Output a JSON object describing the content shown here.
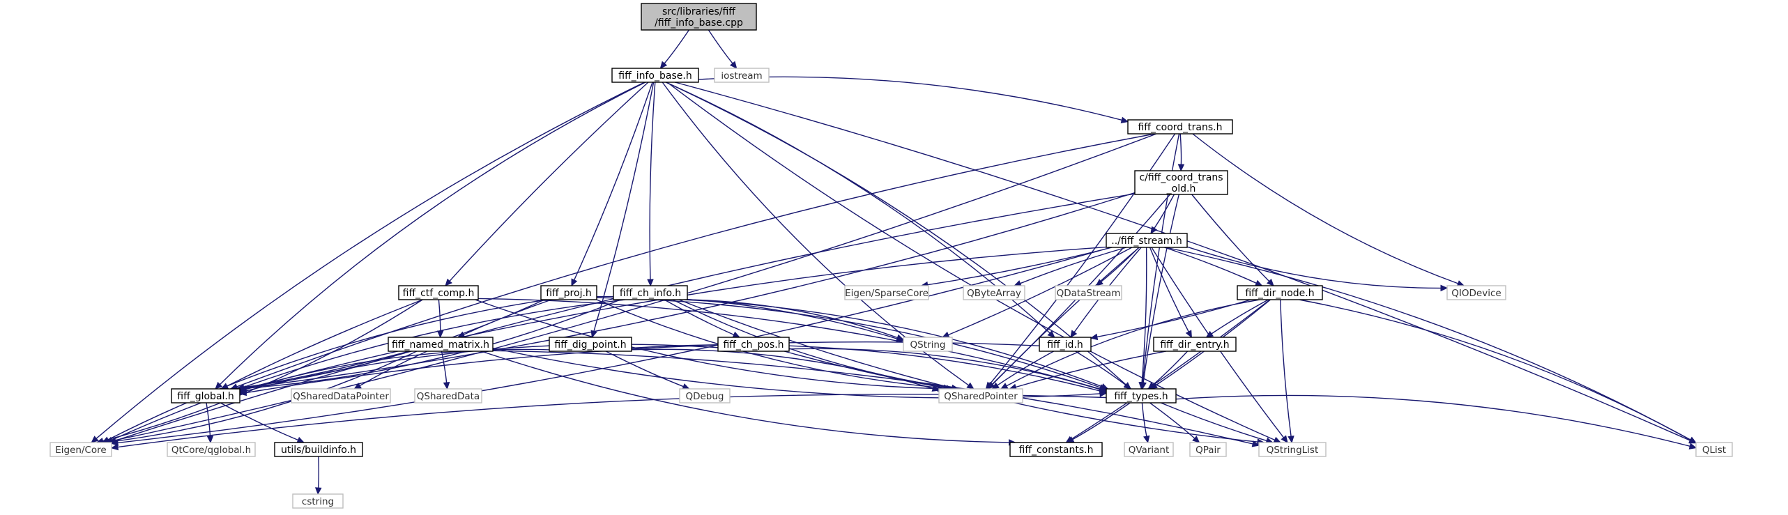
{
  "colors": {
    "edge": "#191970",
    "root_fill": "#bfbfbf",
    "root_border": "#000000",
    "header_border": "#000000",
    "external_border": "#bfbfbf",
    "text": "#000000"
  },
  "nodes": [
    {
      "id": "root",
      "kind": "root",
      "lines": [
        "src/libraries/fiff",
        "/fiff_info_base.cpp"
      ]
    },
    {
      "id": "iostream",
      "kind": "external",
      "lines": [
        "iostream"
      ]
    },
    {
      "id": "info_base_h",
      "kind": "header",
      "lines": [
        "fiff_info_base.h"
      ]
    },
    {
      "id": "coord_trans_h",
      "kind": "header",
      "lines": [
        "fiff_coord_trans.h"
      ]
    },
    {
      "id": "coord_trans_old_h",
      "kind": "header",
      "lines": [
        "c/fiff_coord_trans",
        "_old.h"
      ]
    },
    {
      "id": "fiff_stream_h",
      "kind": "header",
      "lines": [
        "../fiff_stream.h"
      ]
    },
    {
      "id": "ctf_comp_h",
      "kind": "header",
      "lines": [
        "fiff_ctf_comp.h"
      ]
    },
    {
      "id": "proj_h",
      "kind": "header",
      "lines": [
        "fiff_proj.h"
      ]
    },
    {
      "id": "ch_info_h",
      "kind": "header",
      "lines": [
        "fiff_ch_info.h"
      ]
    },
    {
      "id": "eigen_sparse",
      "kind": "external",
      "lines": [
        "Eigen/SparseCore"
      ]
    },
    {
      "id": "qbytearray",
      "kind": "external",
      "lines": [
        "QByteArray"
      ]
    },
    {
      "id": "qdatastream",
      "kind": "external",
      "lines": [
        "QDataStream"
      ]
    },
    {
      "id": "dir_node_h",
      "kind": "header",
      "lines": [
        "fiff_dir_node.h"
      ]
    },
    {
      "id": "qiodevice",
      "kind": "external",
      "lines": [
        "QIODevice"
      ]
    },
    {
      "id": "qstring",
      "kind": "external",
      "lines": [
        "QString"
      ]
    },
    {
      "id": "named_matrix_h",
      "kind": "header",
      "lines": [
        "fiff_named_matrix.h"
      ]
    },
    {
      "id": "dig_point_h",
      "kind": "header",
      "lines": [
        "fiff_dig_point.h"
      ]
    },
    {
      "id": "ch_pos_h",
      "kind": "header",
      "lines": [
        "fiff_ch_pos.h"
      ]
    },
    {
      "id": "id_h",
      "kind": "header",
      "lines": [
        "fiff_id.h"
      ]
    },
    {
      "id": "dir_entry_h",
      "kind": "header",
      "lines": [
        "fiff_dir_entry.h"
      ]
    },
    {
      "id": "global_h",
      "kind": "header",
      "lines": [
        "fiff_global.h"
      ]
    },
    {
      "id": "qshareddatapointer",
      "kind": "external",
      "lines": [
        "QSharedDataPointer"
      ]
    },
    {
      "id": "qshareddata",
      "kind": "external",
      "lines": [
        "QSharedData"
      ]
    },
    {
      "id": "qdebug",
      "kind": "external",
      "lines": [
        "QDebug"
      ]
    },
    {
      "id": "qsharedpointer",
      "kind": "external",
      "lines": [
        "QSharedPointer"
      ]
    },
    {
      "id": "types_h",
      "kind": "header",
      "lines": [
        "fiff_types.h"
      ]
    },
    {
      "id": "eigen_core",
      "kind": "external",
      "lines": [
        "Eigen/Core"
      ]
    },
    {
      "id": "qtcore_qglobal",
      "kind": "external",
      "lines": [
        "QtCore/qglobal.h"
      ]
    },
    {
      "id": "buildinfo_h",
      "kind": "header",
      "lines": [
        "utils/buildinfo.h"
      ]
    },
    {
      "id": "constants_h",
      "kind": "header",
      "lines": [
        "fiff_constants.h"
      ]
    },
    {
      "id": "qvariant",
      "kind": "external",
      "lines": [
        "QVariant"
      ]
    },
    {
      "id": "qpair",
      "kind": "external",
      "lines": [
        "QPair"
      ]
    },
    {
      "id": "qstringlist",
      "kind": "external",
      "lines": [
        "QStringList"
      ]
    },
    {
      "id": "qlist",
      "kind": "external",
      "lines": [
        "QList"
      ]
    },
    {
      "id": "cstring",
      "kind": "external",
      "lines": [
        "cstring"
      ]
    }
  ],
  "edges": [
    [
      "root",
      "info_base_h"
    ],
    [
      "root",
      "iostream"
    ],
    [
      "info_base_h",
      "coord_trans_h"
    ],
    [
      "info_base_h",
      "ctf_comp_h"
    ],
    [
      "info_base_h",
      "proj_h"
    ],
    [
      "info_base_h",
      "ch_info_h"
    ],
    [
      "info_base_h",
      "dig_point_h"
    ],
    [
      "info_base_h",
      "global_h"
    ],
    [
      "info_base_h",
      "id_h"
    ],
    [
      "info_base_h",
      "qsharedpointer"
    ],
    [
      "info_base_h",
      "types_h"
    ],
    [
      "info_base_h",
      "qstringlist"
    ],
    [
      "info_base_h",
      "qlist"
    ],
    [
      "info_base_h",
      "eigen_core"
    ],
    [
      "coord_trans_h",
      "coord_trans_old_h"
    ],
    [
      "coord_trans_h",
      "global_h"
    ],
    [
      "coord_trans_h",
      "eigen_core"
    ],
    [
      "coord_trans_h",
      "qiodevice"
    ],
    [
      "coord_trans_h",
      "qsharedpointer"
    ],
    [
      "coord_trans_h",
      "types_h"
    ],
    [
      "coord_trans_old_h",
      "fiff_stream_h"
    ],
    [
      "coord_trans_old_h",
      "dir_node_h"
    ],
    [
      "coord_trans_old_h",
      "global_h"
    ],
    [
      "coord_trans_old_h",
      "eigen_core"
    ],
    [
      "coord_trans_old_h",
      "qsharedpointer"
    ],
    [
      "coord_trans_old_h",
      "types_h"
    ],
    [
      "fiff_stream_h",
      "eigen_sparse"
    ],
    [
      "fiff_stream_h",
      "qbytearray"
    ],
    [
      "fiff_stream_h",
      "qdatastream"
    ],
    [
      "fiff_stream_h",
      "qiodevice"
    ],
    [
      "fiff_stream_h",
      "dir_node_h"
    ],
    [
      "fiff_stream_h",
      "dir_entry_h"
    ],
    [
      "fiff_stream_h",
      "qstring"
    ],
    [
      "fiff_stream_h",
      "qsharedpointer"
    ],
    [
      "fiff_stream_h",
      "types_h"
    ],
    [
      "fiff_stream_h",
      "qstringlist"
    ],
    [
      "fiff_stream_h",
      "qlist"
    ],
    [
      "fiff_stream_h",
      "global_h"
    ],
    [
      "fiff_stream_h",
      "eigen_core"
    ],
    [
      "fiff_stream_h",
      "id_h"
    ],
    [
      "ctf_comp_h",
      "named_matrix_h"
    ],
    [
      "ctf_comp_h",
      "global_h"
    ],
    [
      "ctf_comp_h",
      "eigen_core"
    ],
    [
      "ctf_comp_h",
      "qsharedpointer"
    ],
    [
      "ctf_comp_h",
      "types_h"
    ],
    [
      "proj_h",
      "named_matrix_h"
    ],
    [
      "proj_h",
      "global_h"
    ],
    [
      "proj_h",
      "eigen_core"
    ],
    [
      "proj_h",
      "qstring"
    ],
    [
      "proj_h",
      "qsharedpointer"
    ],
    [
      "proj_h",
      "types_h"
    ],
    [
      "ch_info_h",
      "ch_pos_h"
    ],
    [
      "ch_info_h",
      "global_h"
    ],
    [
      "ch_info_h",
      "eigen_core"
    ],
    [
      "ch_info_h",
      "qstring"
    ],
    [
      "ch_info_h",
      "qsharedpointer"
    ],
    [
      "ch_info_h",
      "types_h"
    ],
    [
      "ch_info_h",
      "qstringlist"
    ],
    [
      "named_matrix_h",
      "global_h"
    ],
    [
      "named_matrix_h",
      "types_h"
    ],
    [
      "named_matrix_h",
      "eigen_core"
    ],
    [
      "named_matrix_h",
      "qshareddatapointer"
    ],
    [
      "named_matrix_h",
      "qshareddata"
    ],
    [
      "named_matrix_h",
      "constants_h"
    ],
    [
      "named_matrix_h",
      "qstringlist"
    ],
    [
      "dig_point_h",
      "global_h"
    ],
    [
      "dig_point_h",
      "types_h"
    ],
    [
      "dig_point_h",
      "qdebug"
    ],
    [
      "dig_point_h",
      "qsharedpointer"
    ],
    [
      "ch_pos_h",
      "global_h"
    ],
    [
      "ch_pos_h",
      "types_h"
    ],
    [
      "ch_pos_h",
      "qsharedpointer"
    ],
    [
      "dir_node_h",
      "id_h"
    ],
    [
      "dir_node_h",
      "dir_entry_h"
    ],
    [
      "dir_node_h",
      "types_h"
    ],
    [
      "dir_node_h",
      "qsharedpointer"
    ],
    [
      "dir_node_h",
      "qlist"
    ],
    [
      "dir_node_h",
      "qstringlist"
    ],
    [
      "dir_node_h",
      "constants_h"
    ],
    [
      "id_h",
      "global_h"
    ],
    [
      "id_h",
      "types_h"
    ],
    [
      "id_h",
      "qsharedpointer"
    ],
    [
      "dir_entry_h",
      "types_h"
    ],
    [
      "dir_entry_h",
      "qsharedpointer"
    ],
    [
      "global_h",
      "qtcore_qglobal"
    ],
    [
      "global_h",
      "buildinfo_h"
    ],
    [
      "buildinfo_h",
      "cstring"
    ],
    [
      "types_h",
      "eigen_core"
    ],
    [
      "types_h",
      "constants_h"
    ],
    [
      "types_h",
      "qvariant"
    ],
    [
      "types_h",
      "qpair"
    ],
    [
      "types_h",
      "qstringlist"
    ],
    [
      "types_h",
      "qlist"
    ]
  ]
}
